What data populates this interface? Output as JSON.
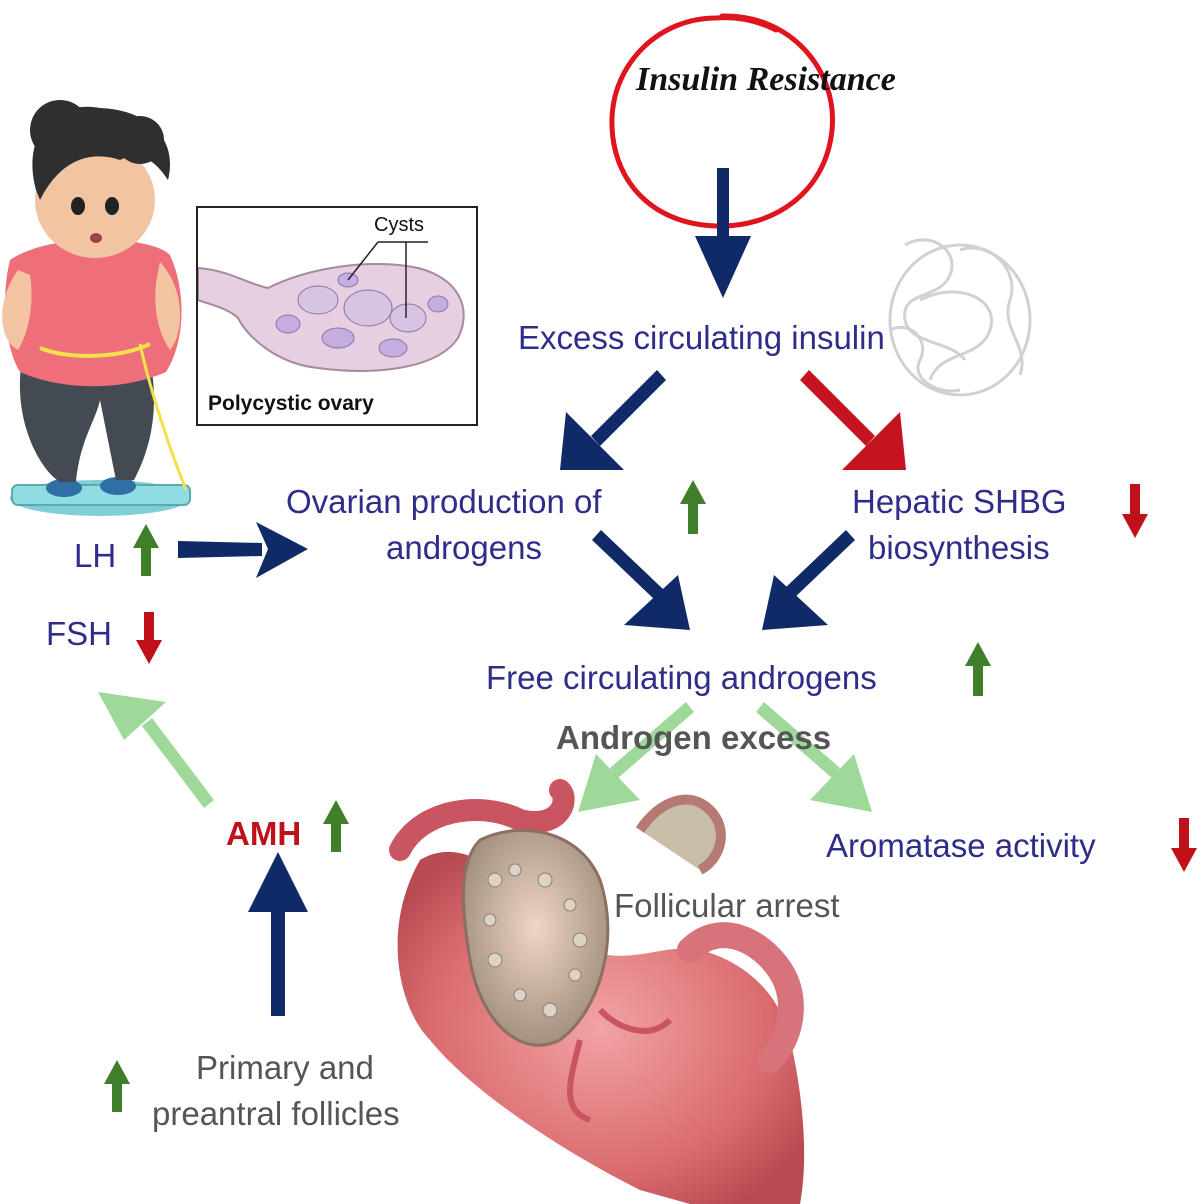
{
  "title": "Insulin Resistance",
  "nodes": {
    "excess_insulin": "Excess circulating insulin",
    "ovarian_line1": "Ovarian production of",
    "ovarian_line2": "androgens",
    "hepatic_line1": "Hepatic SHBG",
    "hepatic_line2": "biosynthesis",
    "free_androgens": "Free circulating androgens",
    "androgen_excess": "Androgen excess",
    "aromatase": "Aromatase activity",
    "follicular_arrest": "Follicular arrest",
    "lh": "LH",
    "fsh": "FSH",
    "amh": "AMH",
    "follicles_line1": "Primary and",
    "follicles_line2": "preantral follicles"
  },
  "inset": {
    "caption": "Polycystic ovary",
    "cysts_label": "Cysts"
  },
  "indicators": {
    "ovarian": "up",
    "hepatic": "down",
    "free_androgens": "up",
    "aromatase": "down",
    "lh": "up",
    "fsh": "down",
    "amh": "up",
    "follicles": "up"
  },
  "colors": {
    "navy_arrow": "#0f2a66",
    "red_arrow": "#c41420",
    "light_green_arrow": "#9fd99a",
    "up_indicator": "#3f7f2a",
    "down_indicator": "#c0101a",
    "label_text": "#2e2e8a",
    "circle": "#e0141e"
  }
}
